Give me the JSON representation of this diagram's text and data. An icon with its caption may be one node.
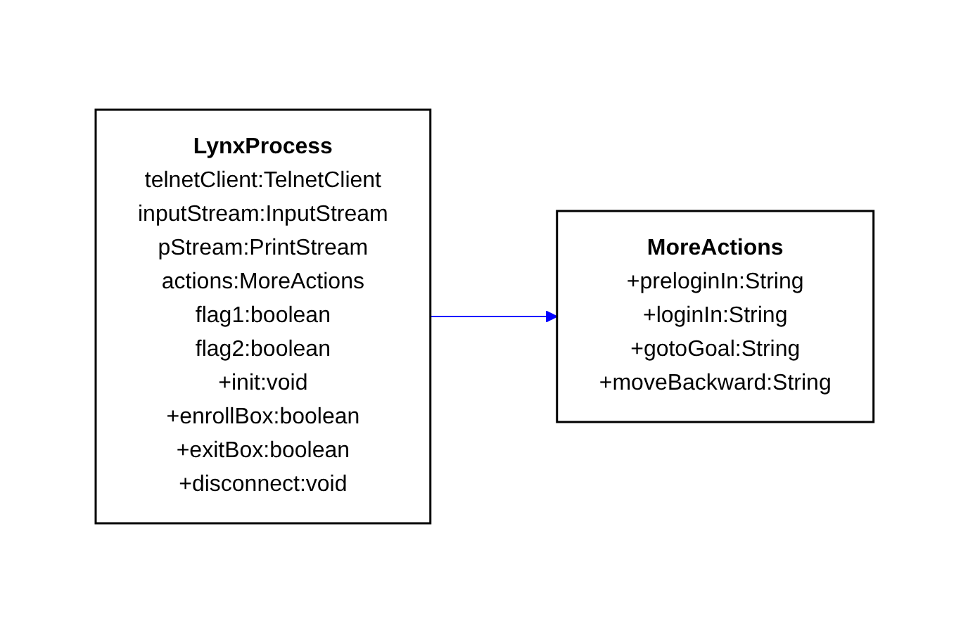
{
  "diagram": {
    "nodes": [
      {
        "text": [
          "LynxProcess",
          "telnetClient:TelnetClient",
          "inputStream:InputStream",
          "pStream:PrintStream",
          "actions:MoreActions",
          "flag1:boolean",
          "flag2:boolean",
          "+init:void",
          "+enrollBox:boolean",
          "+exitBox:boolean",
          "+disconnect:void"
        ]
      },
      {
        "text": [
          "MoreActions",
          "+preloginIn:String",
          "+loginIn:String",
          "+gotoGoal:String",
          "+moveBackward:String"
        ]
      }
    ],
    "edges": [
      {
        "from": 0,
        "to": 1,
        "arrow": "to",
        "color": "#0000ff"
      }
    ]
  }
}
